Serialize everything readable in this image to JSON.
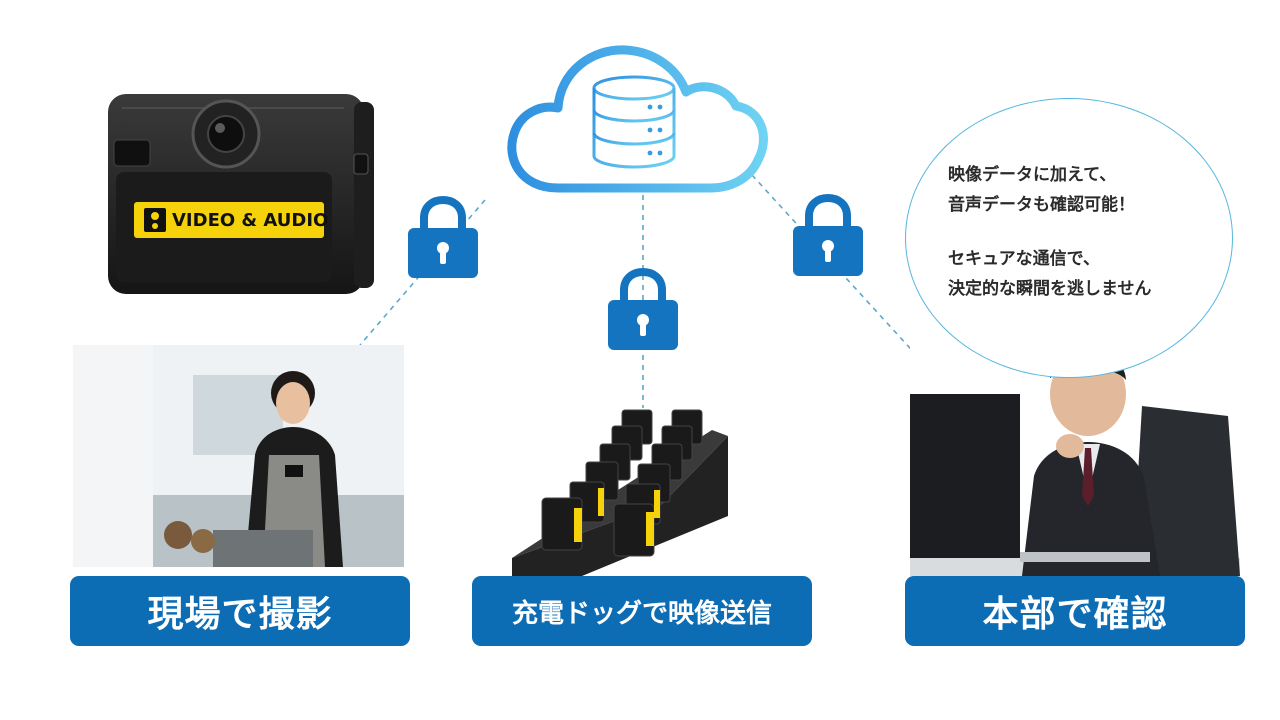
{
  "camera": {
    "sticker_text": "VIDEO & AUDIO"
  },
  "labels": {
    "field": "現場で撮影",
    "dock": "充電ドッグで映像送信",
    "hq": "本部で確認"
  },
  "bubble": {
    "lines": [
      "映像データに加えて、",
      "音声データも確認可能！",
      "セキュアな通信で、",
      "決定的な瞬間を逃しません"
    ]
  },
  "colors": {
    "label_bg": "#0c6cb4",
    "lock": "#1574bf",
    "cloud_gradient_start": "#2e8fe0",
    "cloud_gradient_end": "#6fd3f3",
    "bubble_border": "#56b7df",
    "connector": "#5aa8cc"
  },
  "icons": [
    "cloud-icon",
    "database-icon",
    "lock-icon",
    "speaker-icon"
  ]
}
